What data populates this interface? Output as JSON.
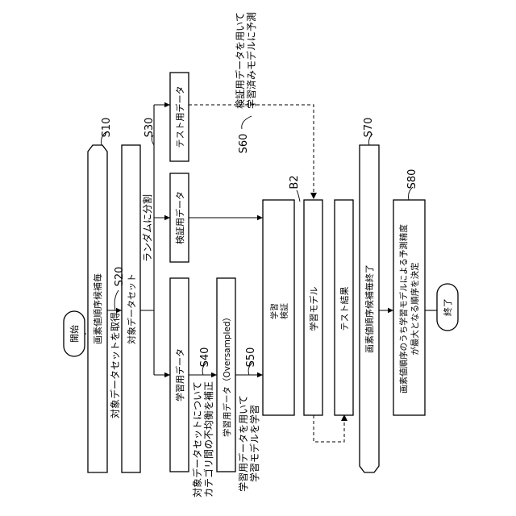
{
  "flow": {
    "start": "開始",
    "end": "終了",
    "s10_text": "画素値順序候補毎",
    "s20_text": "対象データセットを取得",
    "dataset_text": "対象データセット",
    "s30_text": "ランダムに分割",
    "train_text": "学習用データ",
    "val_text": "検証用データ",
    "test_text": "テスト用データ",
    "s40_text_1": "対象データセットについて",
    "s40_text_2": "カテゴリ間の不均衡を補正",
    "oversampled_text": "学習用データ（Oversampled）",
    "s50_text_1": "学習用データを用いて",
    "s50_text_2": "学習モデルを学習",
    "learn_text": "学習",
    "verify_text": "検証",
    "model_text": "学習モデル",
    "result_text": "テスト結果",
    "s60_text_1": "検証用データを用いて",
    "s60_text_2": "学習済みモデルに予測",
    "s70_text": "画素値順序候補毎終了",
    "s80_text_1": "画素値順序のうち学習モデルによる予測精度",
    "s80_text_2": "が最大となる順序を決定"
  },
  "labels": {
    "s10": "S10",
    "s20": "S20",
    "s30": "S30",
    "s40": "S40",
    "s50": "S50",
    "s60": "S60",
    "s70": "S70",
    "s80": "S80",
    "b2": "B2"
  }
}
